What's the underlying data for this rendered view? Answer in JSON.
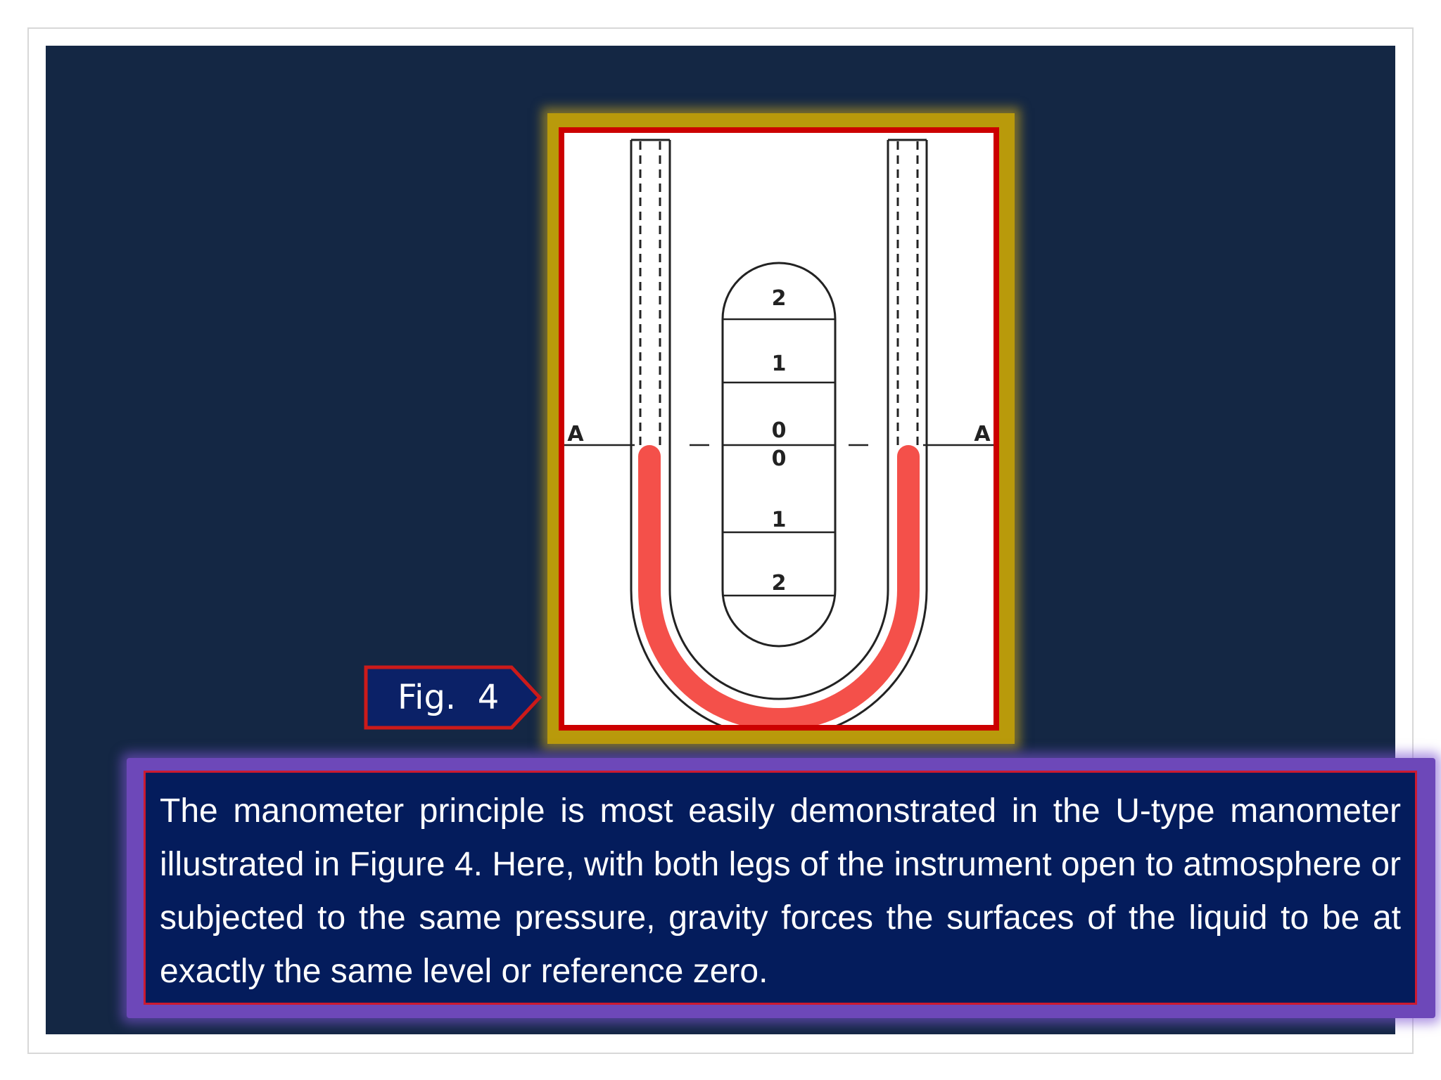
{
  "figure": {
    "label": "Fig.  4",
    "diagram": {
      "reference_line_label_left": "A",
      "reference_line_label_right": "A",
      "scale_labels": [
        "2",
        "1",
        "0",
        "0",
        "1",
        "2"
      ]
    }
  },
  "caption": {
    "text": "The manometer principle is most easily demonstrated in the U-type manometer illustrated in Figure 4. Here, with both legs of the instrument open to atmosphere or subjected to the same pressure, gravity forces the surfaces of the liquid to be at exactly the same level or reference zero."
  },
  "colors": {
    "slide_background": "#142744",
    "frame_gold": "#b99a0b",
    "frame_red": "#cc0000",
    "liquid": "#f4504a",
    "caption_background": "#041c5c",
    "caption_glow": "#6d48b9",
    "caption_border": "#cc1a30"
  }
}
